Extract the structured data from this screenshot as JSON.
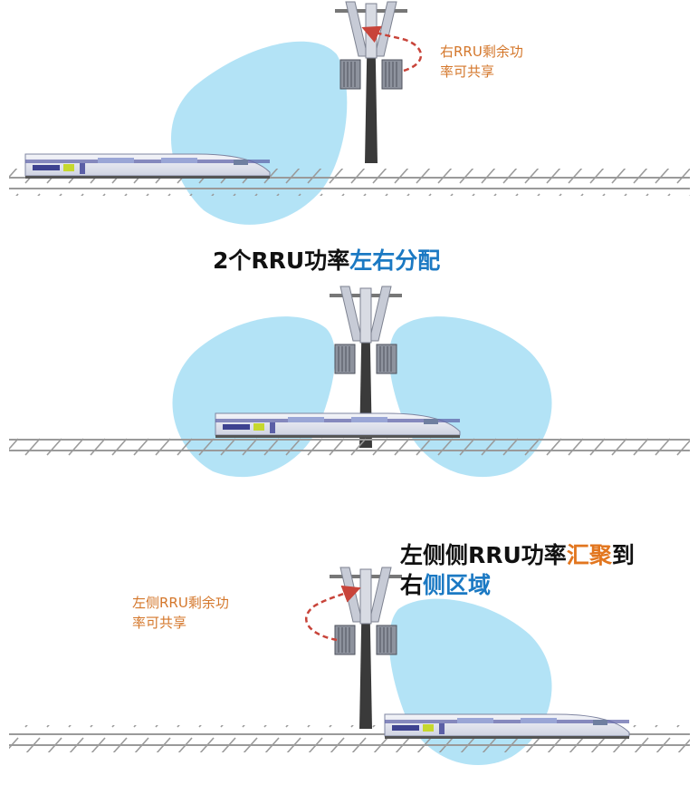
{
  "colors": {
    "coverage": "#a6def4",
    "accent_blue": "#1b79c3",
    "accent_orange": "#e2761f",
    "note_text": "#d4772b",
    "arrow": "#c8443a",
    "rail": "#9a9a9a",
    "mast": "#3a3a3a"
  },
  "icons": [
    "rru-antenna-icon",
    "train-icon",
    "rail-track-icon",
    "share-arrow-icon",
    "coverage-lobe"
  ],
  "panels": [
    {
      "note_line1": "右RRU剩余功",
      "note_line2": "率可共享"
    },
    {
      "title_plain": "2个RRU功率",
      "title_highlight": "左右分配"
    },
    {
      "note_line1": "左侧RRU剩余功",
      "note_line2": "率可共享",
      "title_part1": "左侧侧RRU功率",
      "title_highlight_orange": "汇聚",
      "title_part2": "到",
      "title_part3": "右",
      "title_highlight_blue": "侧区域"
    }
  ]
}
